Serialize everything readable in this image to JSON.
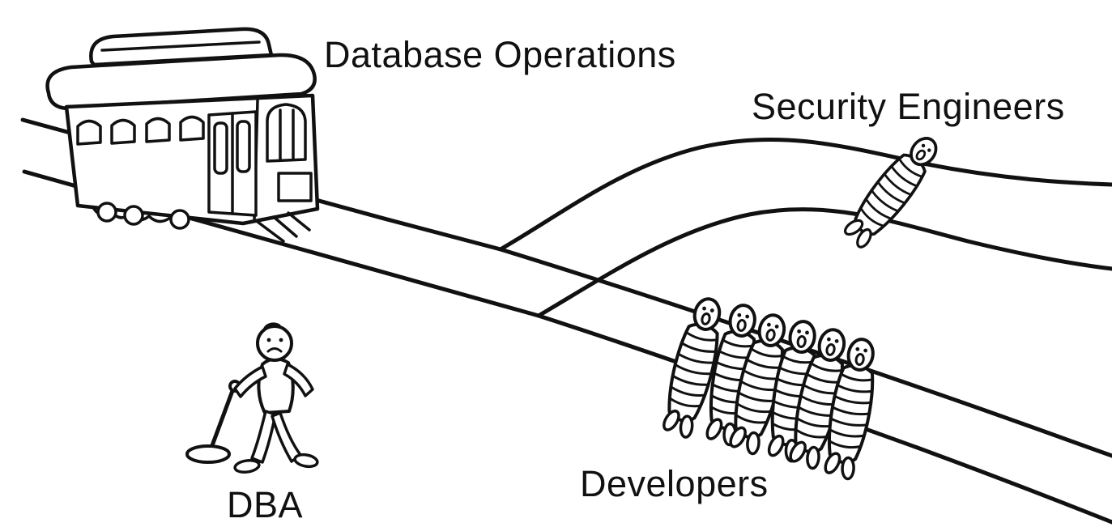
{
  "labels": {
    "trolley": "Database Operations",
    "upper_track_victim": "Security Engineers",
    "lower_track_victims": "Developers",
    "lever_operator": "DBA"
  },
  "figures": {
    "developers_count": 6,
    "security_engineers_count": 1,
    "lever_operator_expression": "frown",
    "victims_expression": "open-mouth"
  },
  "colors": {
    "ink": "#111111",
    "background": "#ffffff"
  }
}
